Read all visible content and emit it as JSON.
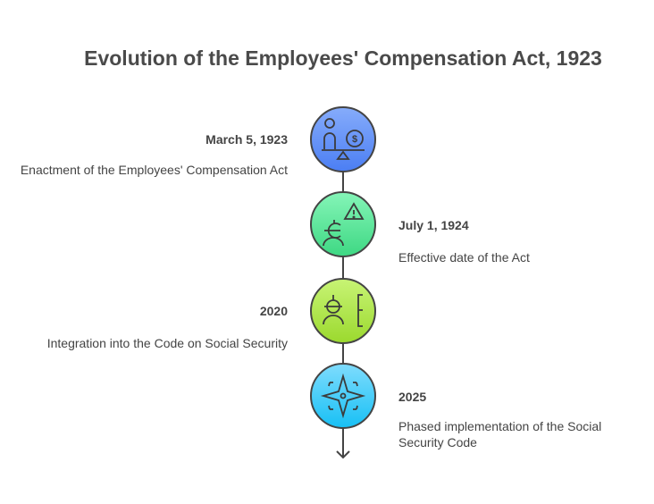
{
  "title": "Evolution of the Employees' Compensation Act, 1923",
  "events": [
    {
      "date": "March 5, 1923",
      "description": "Enactment of the Employees' Compensation Act",
      "icon": "balance-scale-person-dollar-icon",
      "color": "#5b8cf5"
    },
    {
      "date": "July 1, 1924",
      "description": "Effective date of the Act",
      "icon": "worker-warning-icon",
      "color": "#4edc8e"
    },
    {
      "date": "2020",
      "description": "Integration into the Code on Social Security",
      "icon": "worker-bracket-icon",
      "color": "#a9e040"
    },
    {
      "date": "2025",
      "description": "Phased implementation of the Social Security Code",
      "icon": "compass-star-icon",
      "color": "#2cc6f5"
    }
  ]
}
